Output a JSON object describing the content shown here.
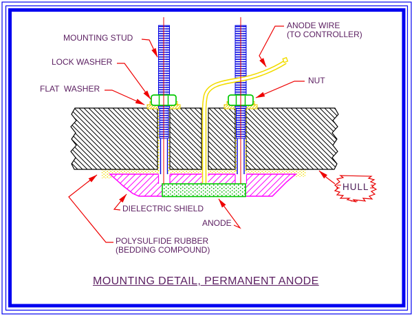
{
  "drawing": {
    "title": "MOUNTING DETAIL, PERMANENT ANODE",
    "type": "CAD mounting detail diagram"
  },
  "labels": {
    "mounting_stud": "MOUNTING STUD",
    "lock_washer": "LOCK WASHER",
    "flat_washer": "FLAT  WASHER",
    "anode_wire_line1": "ANODE WIRE",
    "anode_wire_line2": "(TO CONTROLLER)",
    "nut": "NUT",
    "hull": "HULL",
    "dielectric_shield": "DIELECTRIC SHIELD",
    "anode": "ANODE",
    "polysulfide_line1": "POLYSULFIDE RUBBER",
    "polysulfide_line2": "(BEDDING COMPOUND)"
  },
  "colors": {
    "border_blue": "#0000f0",
    "leader_red": "#ee0000",
    "stud_blue": "#0000e0",
    "nut_green": "#00c800",
    "shield_magenta": "#ff00ff",
    "wire_yellow": "#ffee00",
    "hull_black": "#000000",
    "label_purple": "#5c2062",
    "background": "#ffffff"
  }
}
